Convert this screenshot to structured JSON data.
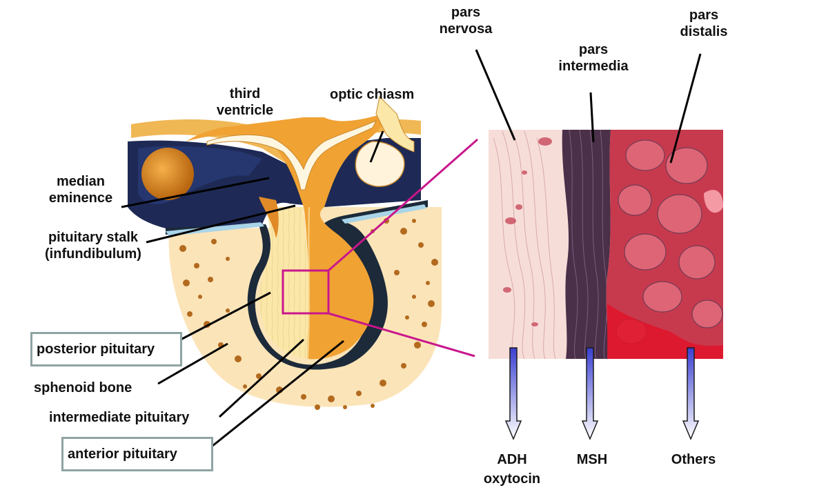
{
  "labels": {
    "third_ventricle": [
      "third",
      "ventricle"
    ],
    "optic_chiasm": "optic chiasm",
    "median_eminence": [
      "median",
      "eminence"
    ],
    "pituitary_stalk": [
      "pituitary stalk",
      "(infundibulum)"
    ],
    "posterior_pituitary": "posterior pituitary",
    "sphenoid_bone": "sphenoid bone",
    "intermediate_pituitary": "intermediate pituitary",
    "anterior_pituitary": "anterior pituitary",
    "pars_nervosa": [
      "pars",
      "nervosa"
    ],
    "pars_intermedia": [
      "pars",
      "intermedia"
    ],
    "pars_distalis": [
      "pars",
      "distalis"
    ],
    "adh_oxytocin": [
      "ADH",
      "oxytocin"
    ],
    "msh": "MSH",
    "others": "Others"
  },
  "colors": {
    "zoom_box": "#c8168c",
    "label_box_border": "#8fa3a3",
    "arrow_fill": "#6a6fe0",
    "anterior_lobe": "#f0a233",
    "posterior_lobe": "#fbe7a8",
    "capsule": "#1c2a3a",
    "bone": "#fbe4b8",
    "bone_pores": "#b36a1e",
    "brain_dark": "#1e2a55",
    "micro_left": "#f6ddd8",
    "micro_middle": "#3a2a3a",
    "micro_right": "#c73a4e"
  }
}
